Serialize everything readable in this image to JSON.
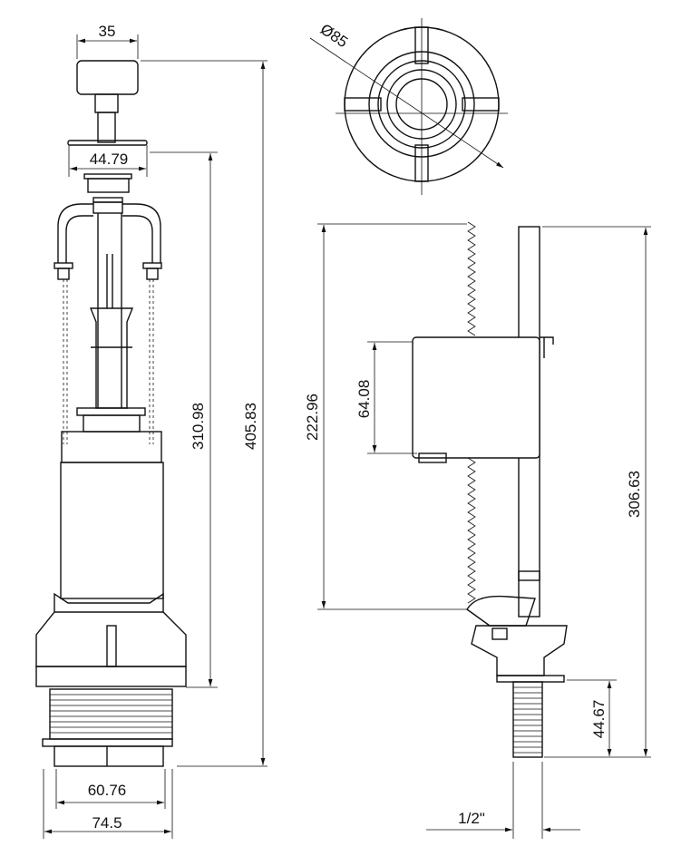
{
  "drawing": {
    "flush_valve": {
      "button_width": "35",
      "plate_width": "44.79",
      "overflow_height": "310.98",
      "total_height": "405.83",
      "thread_diameter": "60.76",
      "nut_width": "74.5"
    },
    "fill_valve": {
      "float_diameter": "Ø85",
      "float_travel": "222.96",
      "float_height": "64.08",
      "total_height": "306.63",
      "shank_length": "44.67",
      "thread_size": "1/2\""
    }
  }
}
